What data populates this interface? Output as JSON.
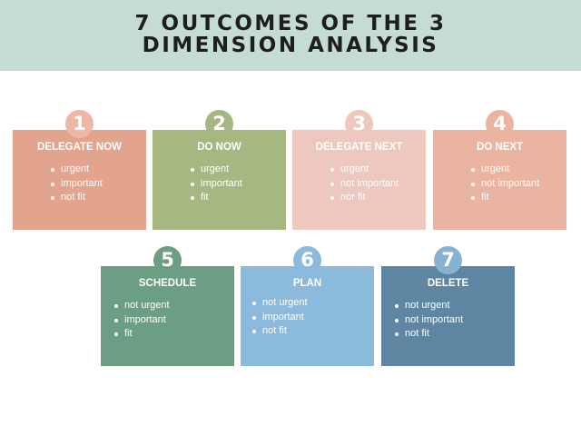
{
  "title_line1": "7 OUTCOMES OF THE 3",
  "title_line2": "DIMENSION ANALYSIS",
  "cards": [
    {
      "number": "1",
      "name": "DELEGATE NOW",
      "items": [
        "urgent",
        "important",
        "not fit"
      ]
    },
    {
      "number": "2",
      "name": "DO NOW",
      "items": [
        "urgent",
        "important",
        "fit"
      ]
    },
    {
      "number": "3",
      "name": "DELEGATE NEXT",
      "items": [
        "urgent",
        "not important",
        "nor fit"
      ]
    },
    {
      "number": "4",
      "name": "DO NEXT",
      "items": [
        "urgent",
        "not important",
        "fit"
      ]
    },
    {
      "number": "5",
      "name": "SCHEDULE",
      "items": [
        "not urgent",
        "important",
        "fit"
      ]
    },
    {
      "number": "6",
      "name": "PLAN",
      "items": [
        "not urgent",
        "important",
        "not fit"
      ]
    },
    {
      "number": "7",
      "name": "DELETE",
      "items": [
        "not urgent",
        "not important",
        "not fit"
      ]
    }
  ],
  "colors": {
    "banner": "#c5dcd2",
    "delegate_now": "#e3a48d",
    "do_now": "#a5b882",
    "delegate_next": "#eec8be",
    "do_next": "#ebb4a0",
    "schedule": "#6c9e83",
    "plan": "#8bbadd",
    "delete": "#5e86a3"
  }
}
